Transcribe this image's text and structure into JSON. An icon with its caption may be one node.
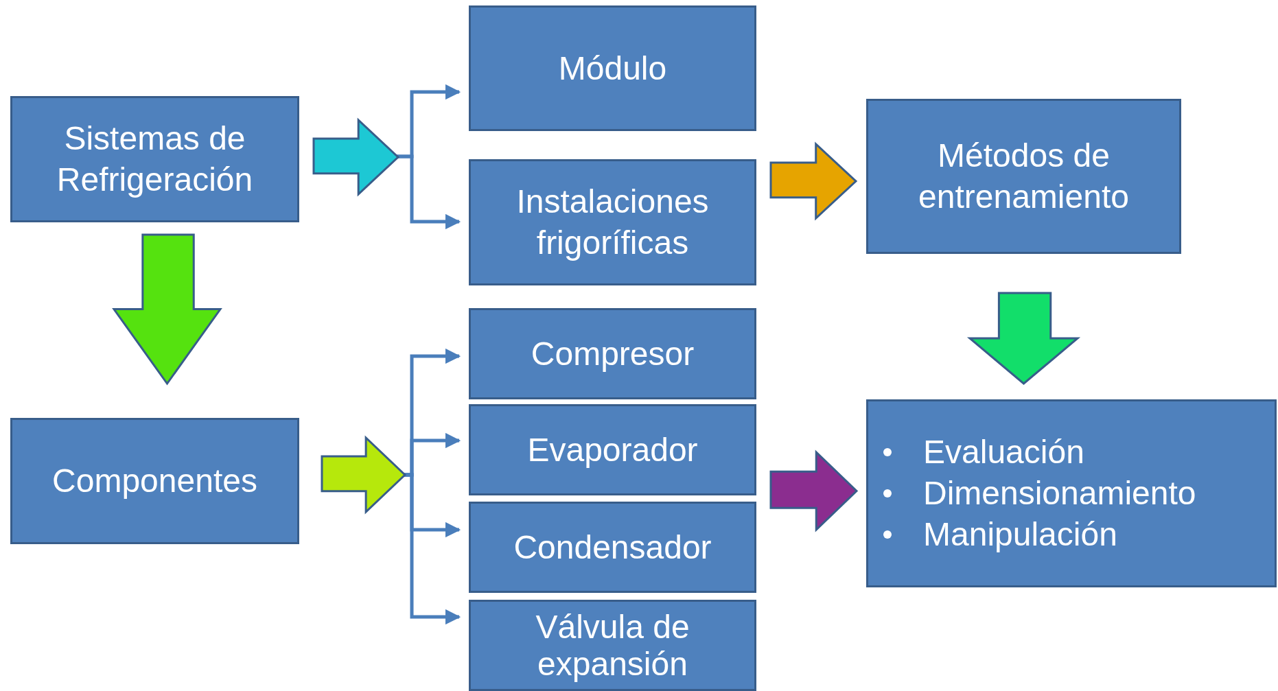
{
  "diagram": {
    "nodes": [
      {
        "text": [
          "Sistemas de Refrigeración"
        ]
      },
      {
        "text": [
          "Módulo"
        ]
      },
      {
        "text": [
          "Instalaciones frigoríficas"
        ]
      },
      {
        "text": [
          "Métodos de entrenamiento"
        ]
      },
      {
        "text": [
          "Componentes"
        ]
      },
      {
        "text": [
          "Compresor"
        ]
      },
      {
        "text": [
          "Evaporador"
        ]
      },
      {
        "text": [
          "Condensador"
        ]
      },
      {
        "text": [
          "Válvula de expansión"
        ]
      },
      {
        "text": [
          "Evaluación",
          "Dimensionamiento",
          "Manipulación"
        ]
      }
    ],
    "edges": [
      {
        "from": 0,
        "to": 1,
        "arrow": "to"
      },
      {
        "from": 0,
        "to": 2,
        "arrow": "to"
      },
      {
        "from": 0,
        "to": 4,
        "arrow": "to",
        "style": "thick",
        "color": "#55e20f"
      },
      {
        "from": 2,
        "to": 3,
        "arrow": "to",
        "style": "thick",
        "color": "#e6a400"
      },
      {
        "from": 3,
        "to": 9,
        "arrow": "to",
        "style": "thick",
        "color": "#12de6a"
      },
      {
        "from": 4,
        "to": 5,
        "arrow": "to"
      },
      {
        "from": 4,
        "to": 6,
        "arrow": "to"
      },
      {
        "from": 4,
        "to": 7,
        "arrow": "to"
      },
      {
        "from": 4,
        "to": 8,
        "arrow": "to"
      },
      {
        "from": 6,
        "to": 9,
        "arrow": "to",
        "style": "thick",
        "color": "#8b2d8f"
      }
    ]
  }
}
